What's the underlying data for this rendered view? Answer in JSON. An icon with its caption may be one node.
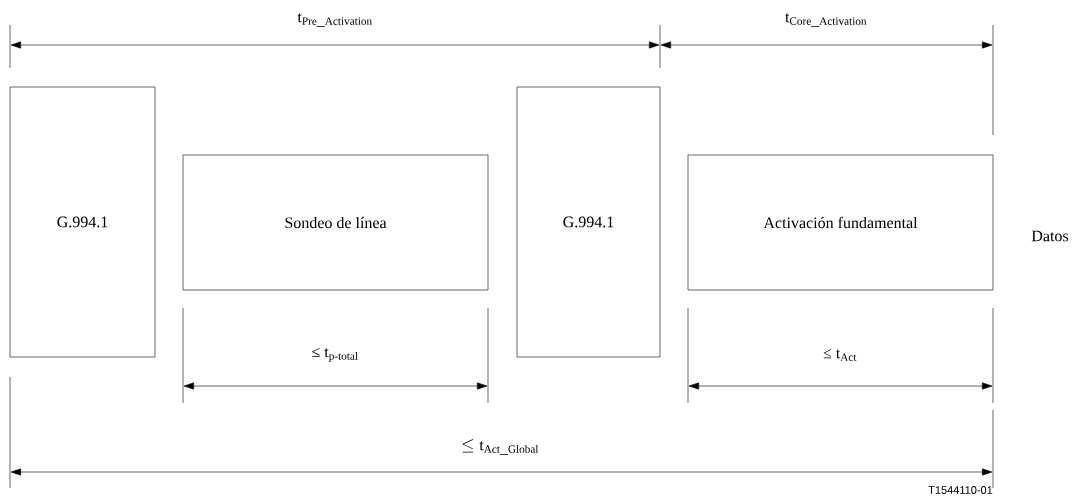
{
  "diagram": {
    "nodes": [
      {
        "text": [
          "G.994.1"
        ]
      },
      {
        "text": [
          "Sondeo de línea"
        ]
      },
      {
        "text": [
          "G.994.1"
        ]
      },
      {
        "text": [
          "Activación fundamental"
        ]
      }
    ],
    "labels": [
      "\\mathrm{t}_{\\mathrm{Pre\\_Activation}}",
      "\\mathrm{t}_{\\mathrm{Core\\_Activation}}",
      "Datos",
      "≤ t$_{p-total}$",
      "≤ t$_{Act}$",
      "\\leq \\mathrm{t}_{\\mathrm{Act\\_Global}}",
      "T1544110-01"
    ]
  }
}
